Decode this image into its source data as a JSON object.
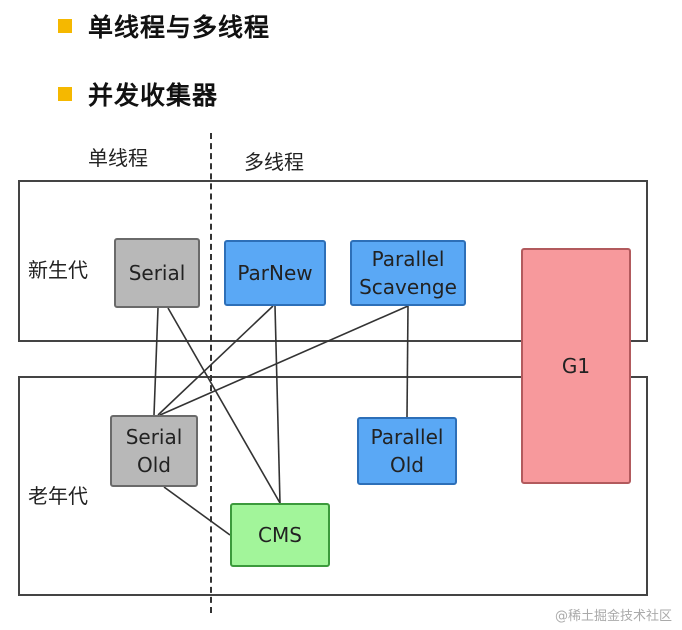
{
  "headings": [
    "单线程与多线程",
    "并发收集器"
  ],
  "columns": {
    "single_thread": "单线程",
    "multi_thread": "多线程"
  },
  "rows": {
    "young_gen": "新生代",
    "old_gen": "老年代"
  },
  "collectors": {
    "serial": [
      "Serial"
    ],
    "parnew": [
      "ParNew"
    ],
    "parallel_scavenge": [
      "Parallel",
      "Scavenge"
    ],
    "g1": [
      "G1"
    ],
    "serial_old": [
      "Serial",
      "Old"
    ],
    "parallel_old": [
      "Parallel",
      "Old"
    ],
    "cms": [
      "CMS"
    ]
  },
  "connections": [
    [
      "serial",
      "serial_old"
    ],
    [
      "serial",
      "cms"
    ],
    [
      "parnew",
      "serial_old"
    ],
    [
      "parnew",
      "cms"
    ],
    [
      "parallel_scavenge",
      "serial_old"
    ],
    [
      "parallel_scavenge",
      "parallel_old"
    ],
    [
      "serial_old",
      "cms"
    ]
  ],
  "colors": {
    "bullet": "#f5b800",
    "gray": "#b8b8b8",
    "blue": "#5aa8f5",
    "green": "#a2f59a",
    "red": "#f7999c"
  },
  "watermark": "@稀土掘金技术社区"
}
